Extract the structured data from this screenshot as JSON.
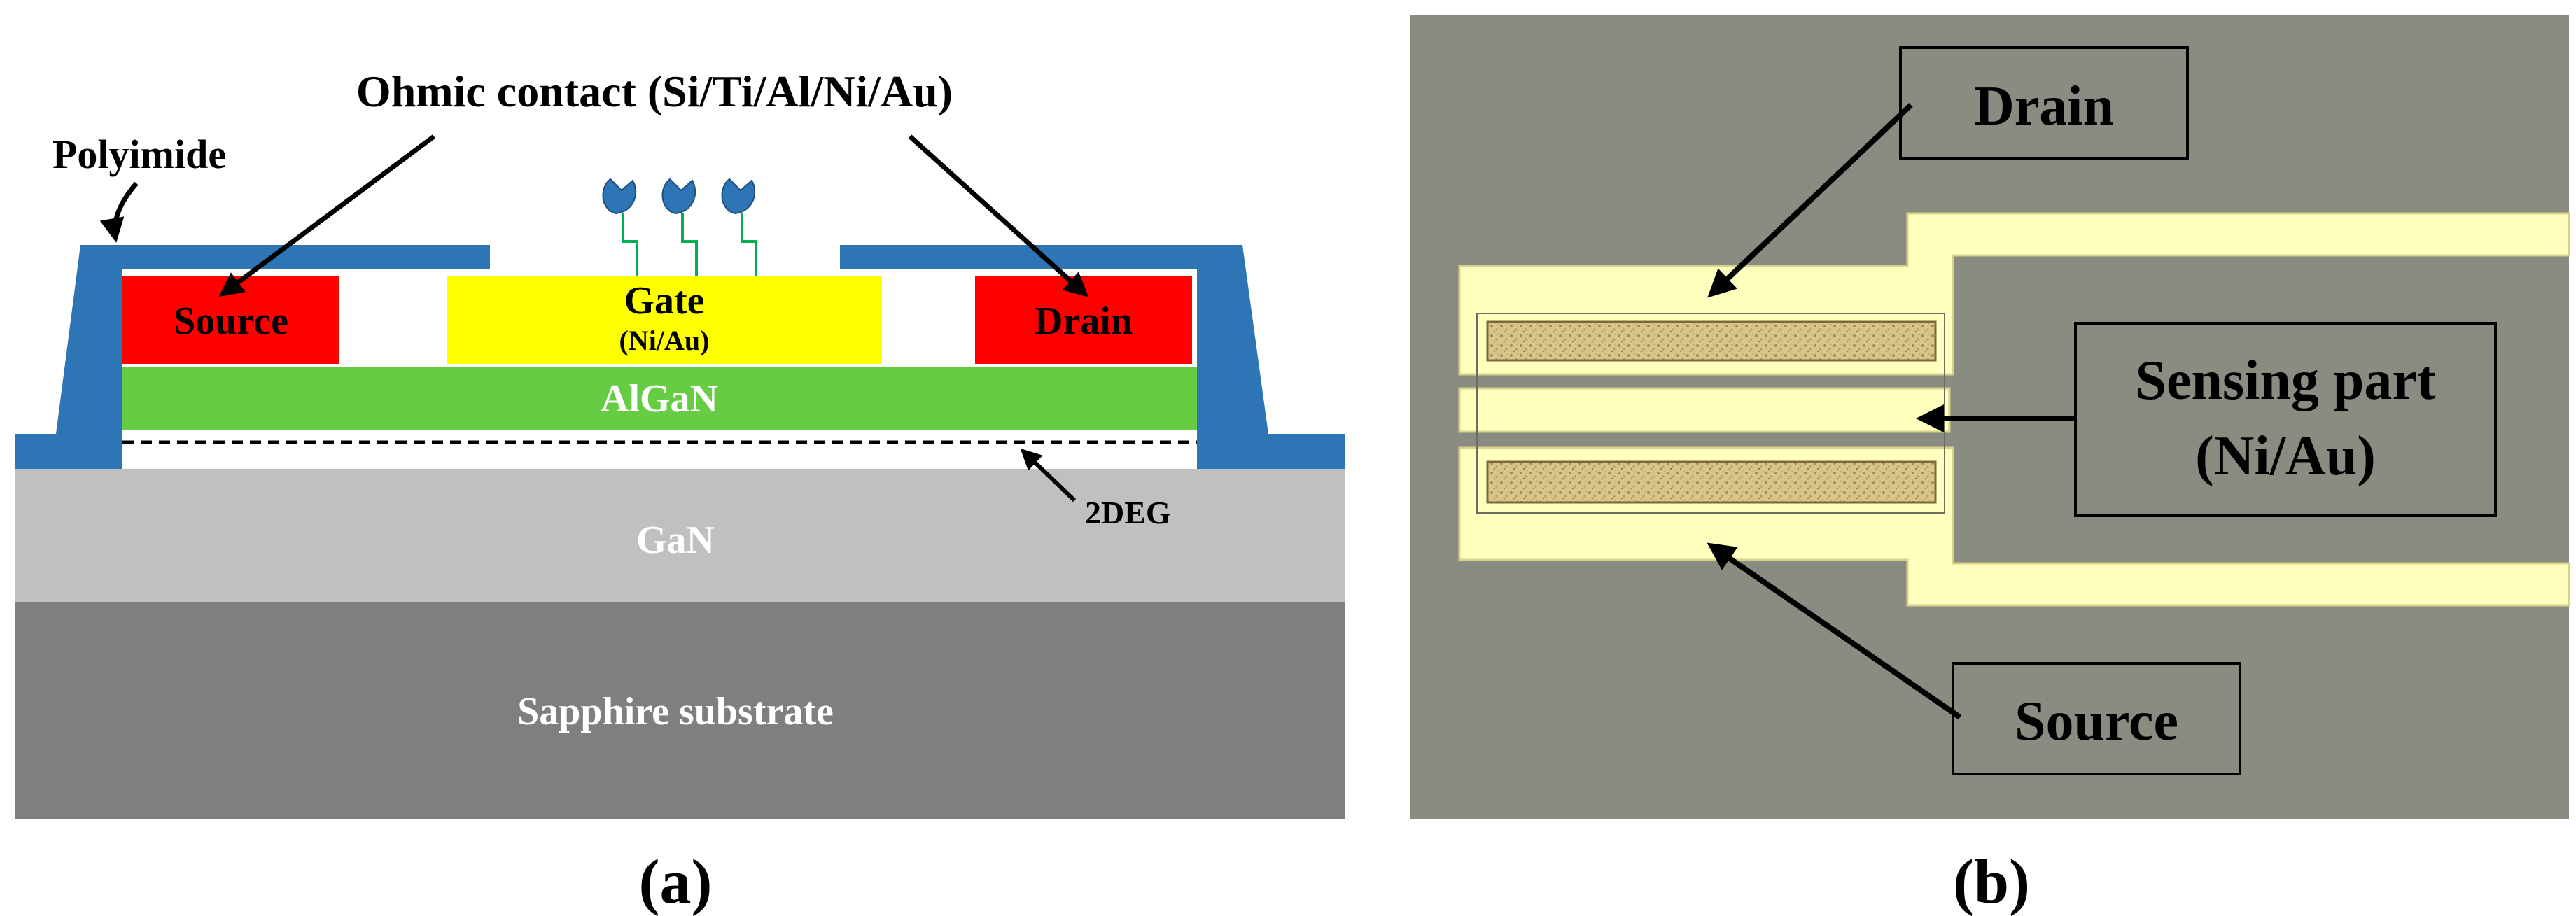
{
  "panel_a": {
    "caption": "(a)",
    "label_ohmic_contact": "Ohmic contact (Si/Ti/Al/Ni/Au)",
    "label_polyimide": "Polyimide",
    "label_source": "Source",
    "label_gate": "Gate",
    "label_gate_material": "(Ni/Au)",
    "label_drain": "Drain",
    "label_algan": "AlGaN",
    "label_2deg": "2DEG",
    "label_gan": "GaN",
    "label_substrate": "Sapphire substrate",
    "colors": {
      "polyimide": "#2e75b6",
      "contact": "#ff0000",
      "gate": "#ffff00",
      "algan": "#66cc44",
      "gan": "#c0c0c0",
      "substrate": "#7f7f7f",
      "linker": "#00b050",
      "receptor": "#2e75b6"
    }
  },
  "panel_b": {
    "caption": "(b)",
    "label_drain": "Drain",
    "label_sensing_part_line1": "Sensing part",
    "label_sensing_part_line2": "(Ni/Au)",
    "label_source": "Source",
    "colors": {
      "background": "#8a8c82",
      "electrode": "#ffffbe"
    }
  }
}
